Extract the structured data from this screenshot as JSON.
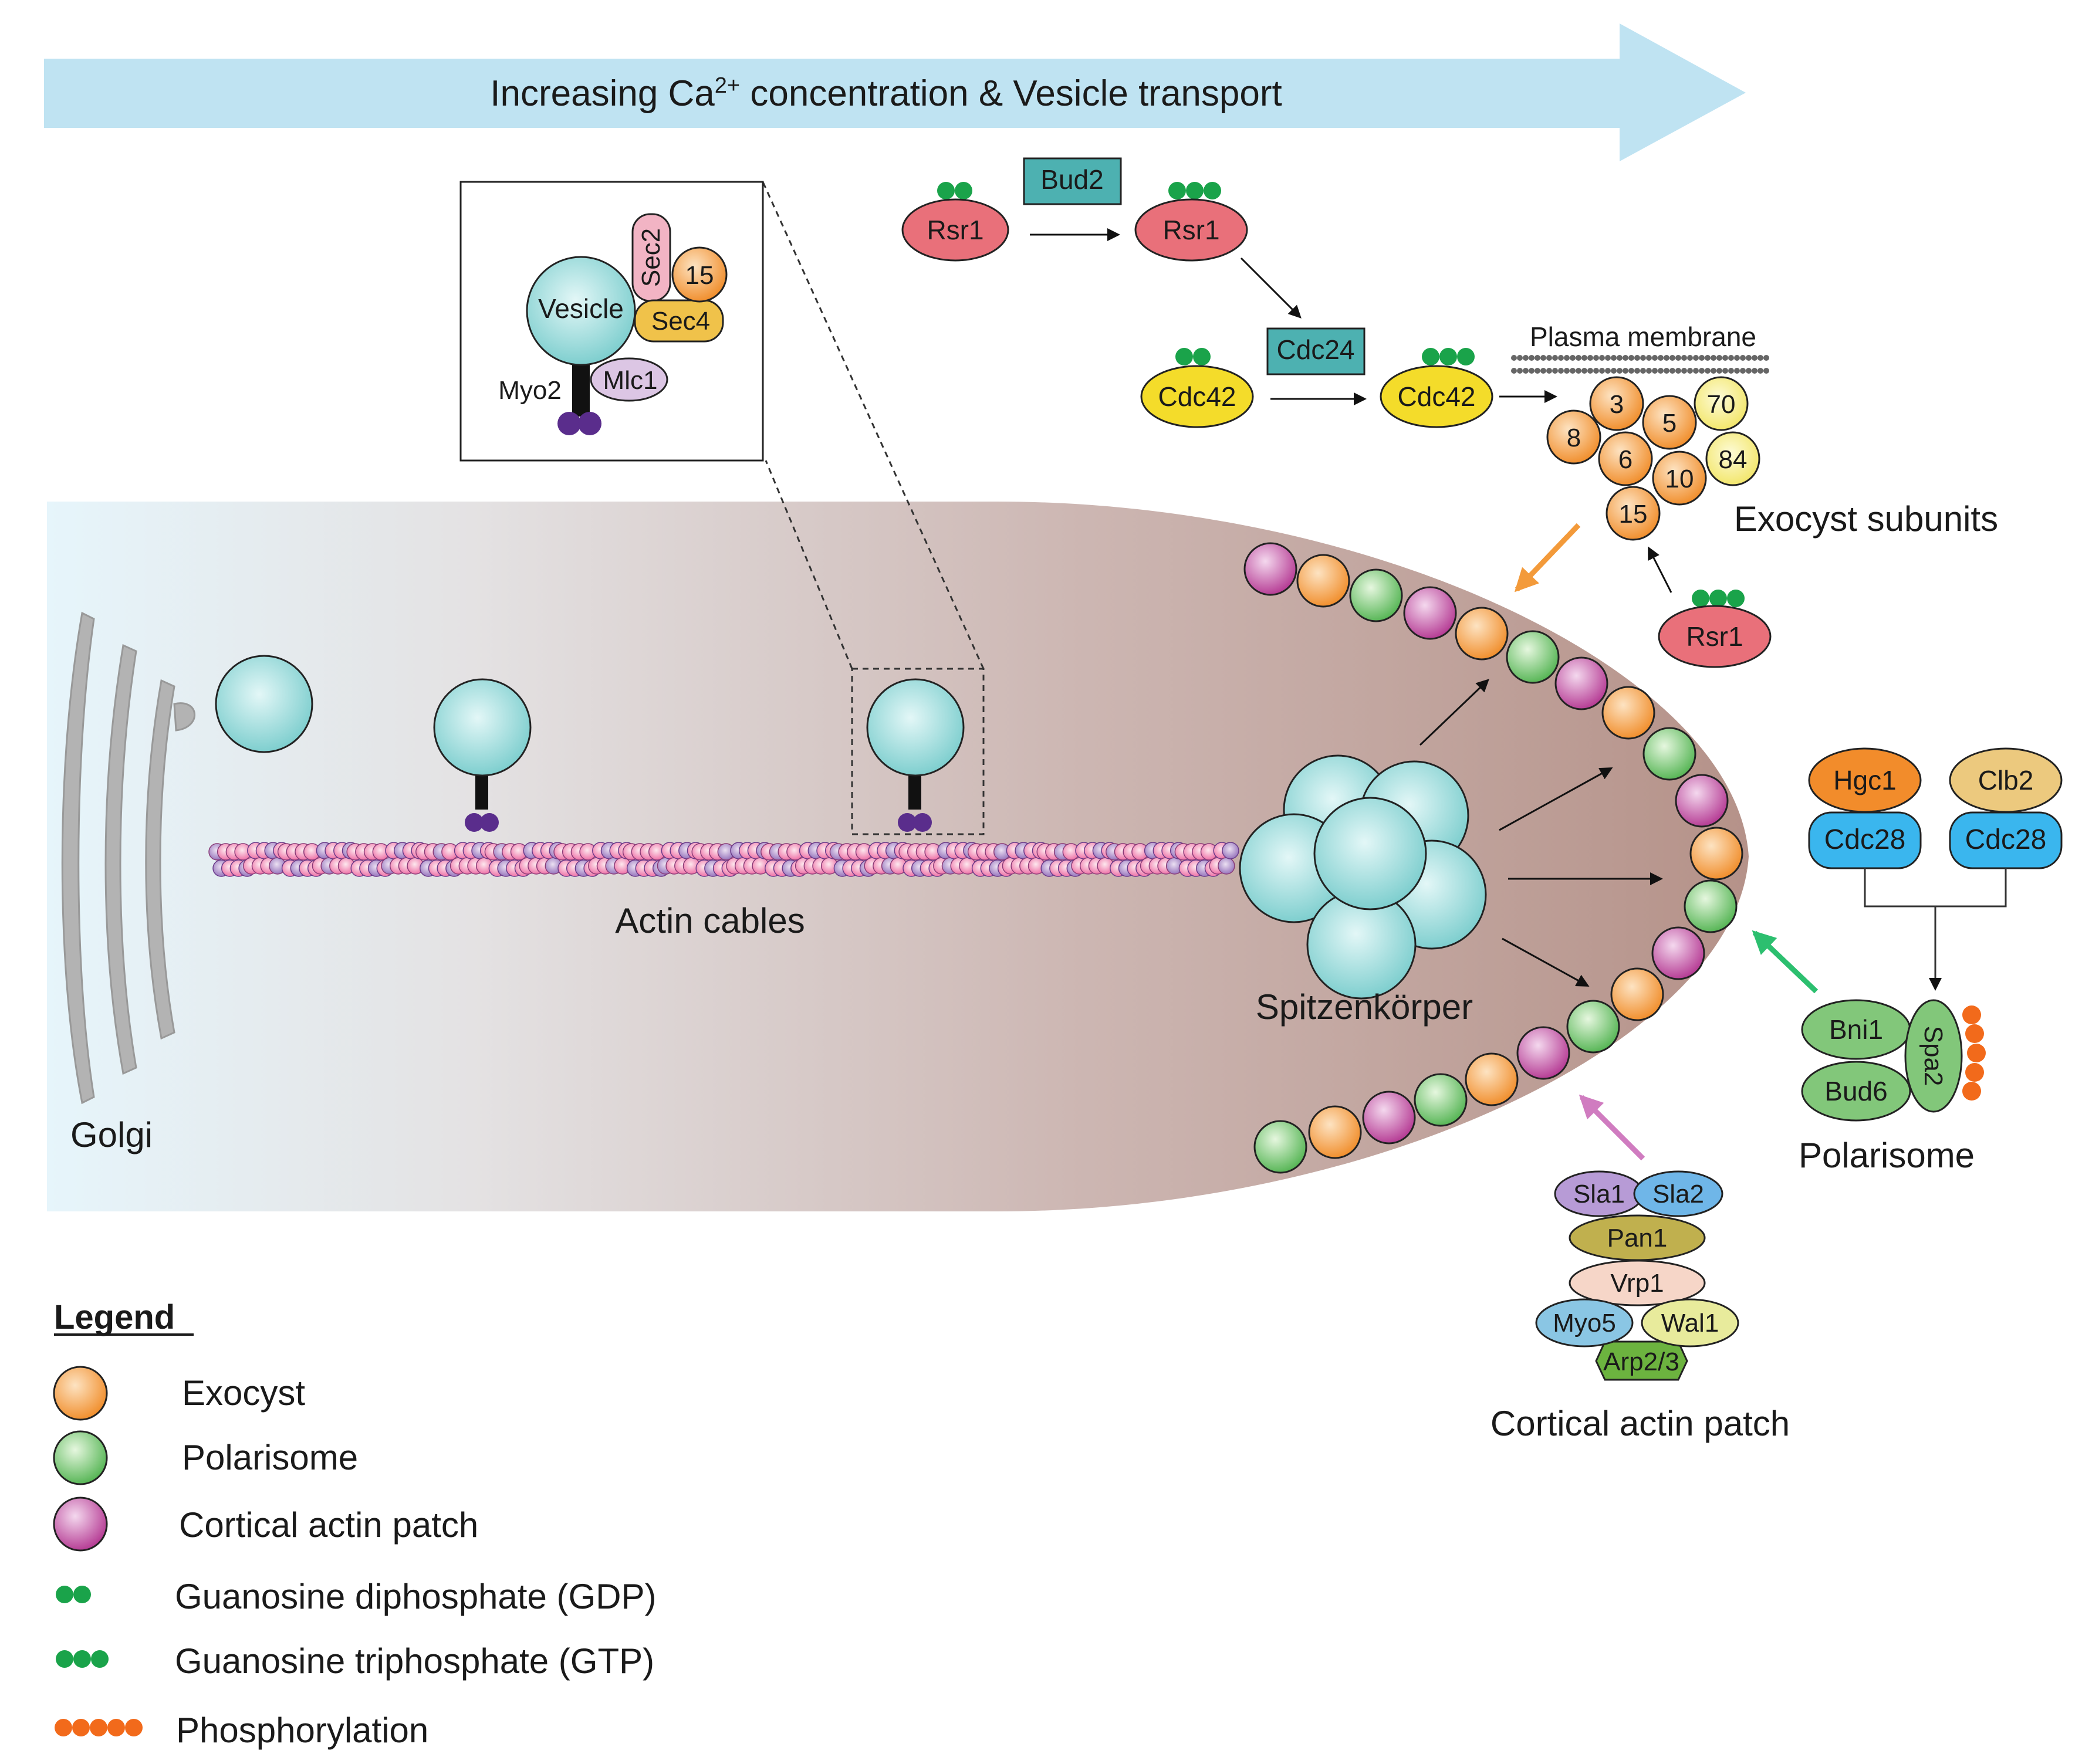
{
  "banner": {
    "text_prefix": "Increasing Ca",
    "superscript": "2+",
    "text_suffix": " concentration & Vesicle transport"
  },
  "inset": {
    "vesicle": "Vesicle",
    "sec2": "Sec2",
    "exo15": "15",
    "sec4": "Sec4",
    "mlc1": "Mlc1",
    "myo2": "Myo2"
  },
  "pathway": {
    "bud2": "Bud2",
    "rsr1_gdp": "Rsr1",
    "rsr1_gtp": "Rsr1",
    "cdc24": "Cdc24",
    "cdc42_gdp": "Cdc42",
    "cdc42_gtp": "Cdc42",
    "plasma_membrane": "Plasma membrane",
    "exocyst_subunits": [
      "3",
      "70",
      "8",
      "5",
      "84",
      "6",
      "10",
      "15"
    ],
    "exocyst_label": "Exocyst subunits",
    "rsr1_bottom": "Rsr1"
  },
  "cell": {
    "golgi": "Golgi",
    "actin_cables": "Actin cables",
    "spitzenkorper": "Spitzenkörper"
  },
  "polarisome": {
    "hgc1": "Hgc1",
    "clb2": "Clb2",
    "cdc28_left": "Cdc28",
    "cdc28_right": "Cdc28",
    "bni1": "Bni1",
    "bud6": "Bud6",
    "spa2": "Spa2",
    "label": "Polarisome"
  },
  "cortical_patch": {
    "sla1": "Sla1",
    "sla2": "Sla2",
    "pan1": "Pan1",
    "vrp1": "Vrp1",
    "myo5": "Myo5",
    "wal1": "Wal1",
    "arp23": "Arp2/3",
    "label": "Cortical actin patch"
  },
  "legend": {
    "title": "Legend",
    "items": [
      "Exocyst",
      "Polarisome",
      "Cortical actin patch",
      "Guanosine diphosphate (GDP)",
      "Guanosine triphosphate (GTP)",
      "Phosphorylation"
    ]
  },
  "colors": {
    "exocyst": "#f39a3a",
    "polarisome": "#6fc26a",
    "cortical_patch": "#c0479c",
    "gdp_gtp": "#1aa34a",
    "phosphorylation": "#f26a1b",
    "vesicle": "#8fd6d6",
    "banner": "#bfe3f2",
    "cell": "#c8aaa4",
    "rsr1": "#e9707a",
    "cdc42": "#f4dc2a"
  }
}
